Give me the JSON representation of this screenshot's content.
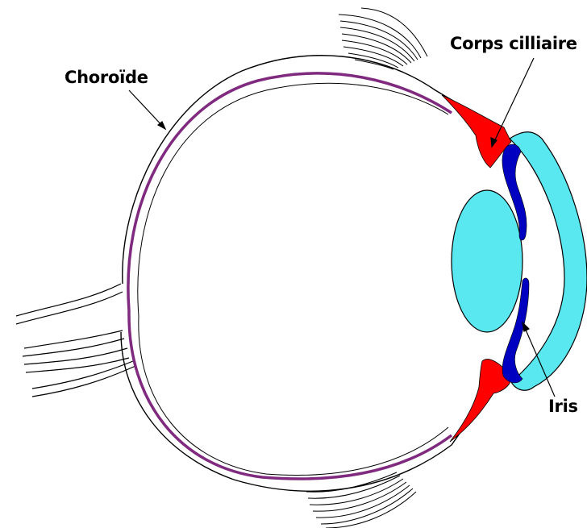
{
  "diagram": {
    "labels": {
      "choroide": "Choroïde",
      "corps_ciliaire": "Corps cilliaire",
      "iris": "Iris"
    },
    "colors": {
      "background": "#ffffff",
      "outline": "#000000",
      "choroid": "#7f2a7f",
      "ciliary_body": "#ff0000",
      "iris": "#0000c0",
      "lens_and_cornea": "#59e8f0"
    }
  }
}
